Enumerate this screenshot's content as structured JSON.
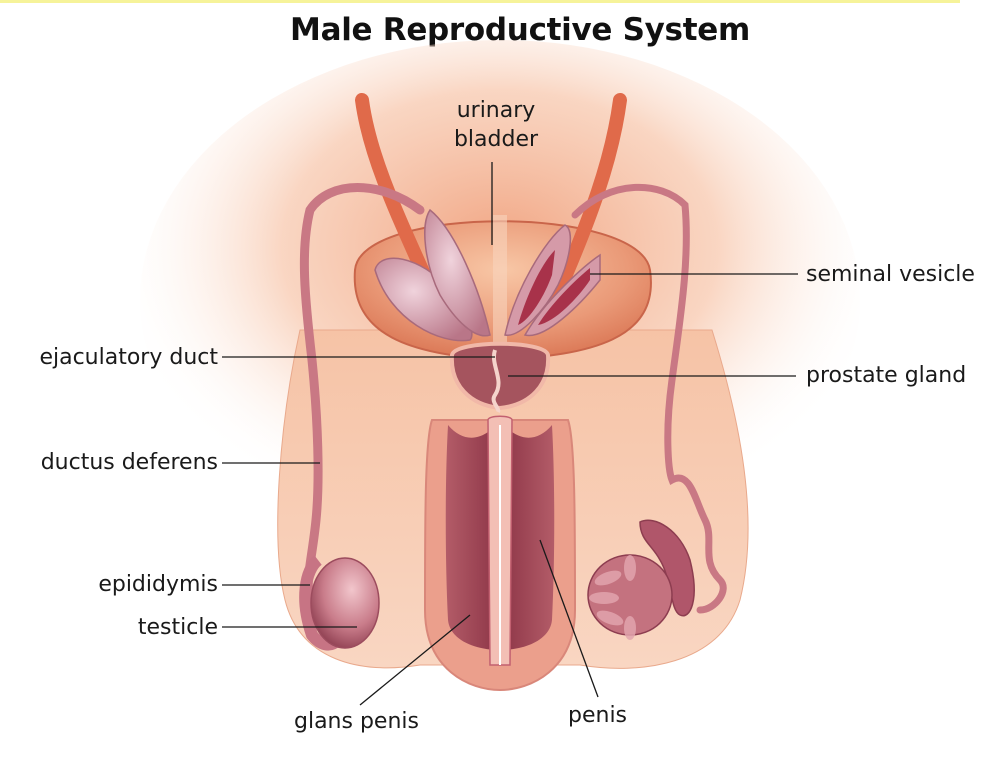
{
  "title": "Male Reproductive System",
  "colors": {
    "skin_light": "#f9d4bf",
    "skin_mid": "#f2b898",
    "glow": "#f3a883",
    "tissue": "#d07a6a",
    "duct": "#c97884",
    "duct_edge": "#a85466",
    "ureter": "#e06a4a",
    "bladder": "#e78a6a",
    "seminal_vesicle": "#c98d9c",
    "erectile": "#9c4455",
    "testicle": "#c77a86",
    "leader_line": "#1a1a1a"
  },
  "labels": {
    "urinary_bladder_line1": "urinary",
    "urinary_bladder_line2": "bladder",
    "seminal_vesicle": "seminal vesicle",
    "ejaculatory_duct": "ejaculatory duct",
    "prostate_gland": "prostate gland",
    "ductus_deferens": "ductus deferens",
    "epididymis": "epididymis",
    "testicle": "testicle",
    "glans_penis": "glans penis",
    "penis": "penis"
  }
}
